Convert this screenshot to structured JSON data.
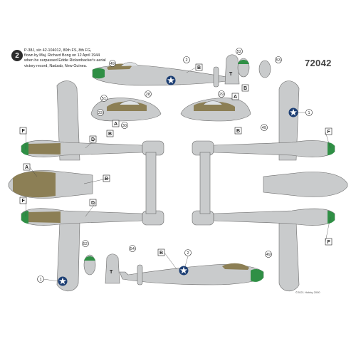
{
  "sheet": {
    "option_number": "2",
    "kit_number": "72042",
    "copyright": "©2021 Hobby 2000",
    "caption_lines": [
      "P-38J, s/n 42-104012, 80th FS, 8th FG,",
      "flown by Maj. Richard Bong on 12 April 1944",
      "when he surpassed Eddie Rickenbacker's aerial",
      "victory record, Nadzab, New Guinea."
    ]
  },
  "colors": {
    "aircraft_gray": "#c9cbcc",
    "olive_drab": "#8c7f55",
    "nose_green": "#2f8f45",
    "insignia_blue": "#1d3f74",
    "outline": "#6b6b6b"
  },
  "callouts": {
    "insignia": "1",
    "tail_number": "2",
    "letter_a": "A",
    "letter_b": "B",
    "letter_d": "D",
    "letter_f": "F",
    "letter_t": "T",
    "ref_49": "49",
    "ref_51": "51",
    "ref_52": "52",
    "ref_53": "53",
    "ref_54": "54",
    "ref_28": "28",
    "ref_29": "29",
    "ref_30": "30",
    "ref_33": "33"
  }
}
